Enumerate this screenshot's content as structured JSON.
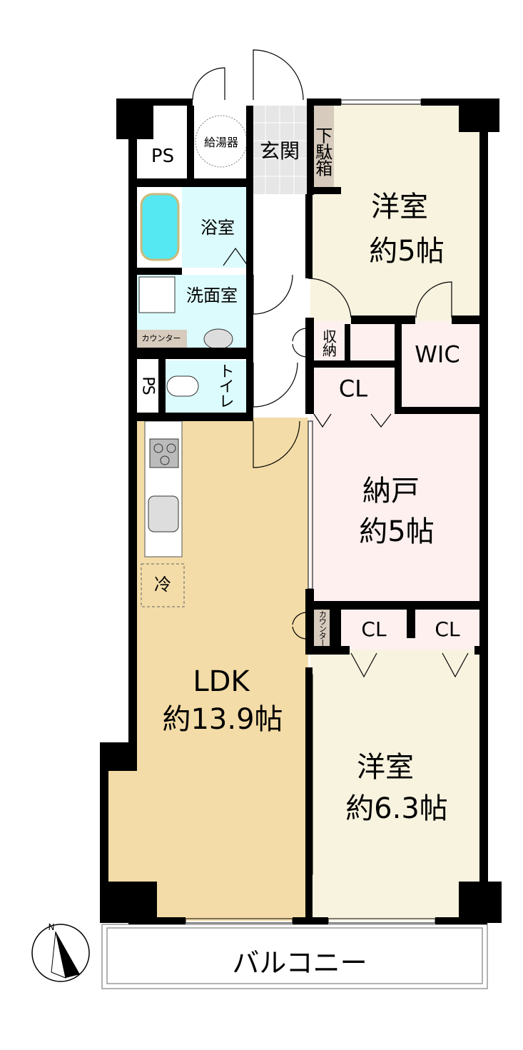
{
  "rooms": {
    "western_room_1": {
      "name": "洋室",
      "size": "約5帖"
    },
    "western_room_2": {
      "name": "洋室",
      "size": "約6.3帖"
    },
    "storeroom": {
      "name": "納戸",
      "size": "約5帖"
    },
    "ldk": {
      "name": "LDK",
      "size": "約13.9帖"
    },
    "entrance": "玄関",
    "shoe_box": "下駄箱",
    "bathroom": "浴室",
    "washroom": "洗面室",
    "toilet": "トイレ",
    "water_heater": "給湯器",
    "ps_top": "PS",
    "ps_lower": "PS",
    "storage": "収納",
    "wic": "WIC",
    "closet_1": "CL",
    "closet_2": "CL",
    "closet_3": "CL",
    "counter_washroom": "カウンター",
    "counter_hall": "カウンター",
    "fridge": "冷",
    "balcony": "バルコニー"
  },
  "compass": {
    "label": "N"
  },
  "colors": {
    "western": "#f8f3df",
    "ldk": "#f3dca7",
    "storeroom": "#fdf0ef",
    "wet": "#dcfbfc",
    "tub": "#55e8f2",
    "entrance": "#e6e6e6",
    "counter": "#d6cbbd",
    "wall": "#000000"
  }
}
